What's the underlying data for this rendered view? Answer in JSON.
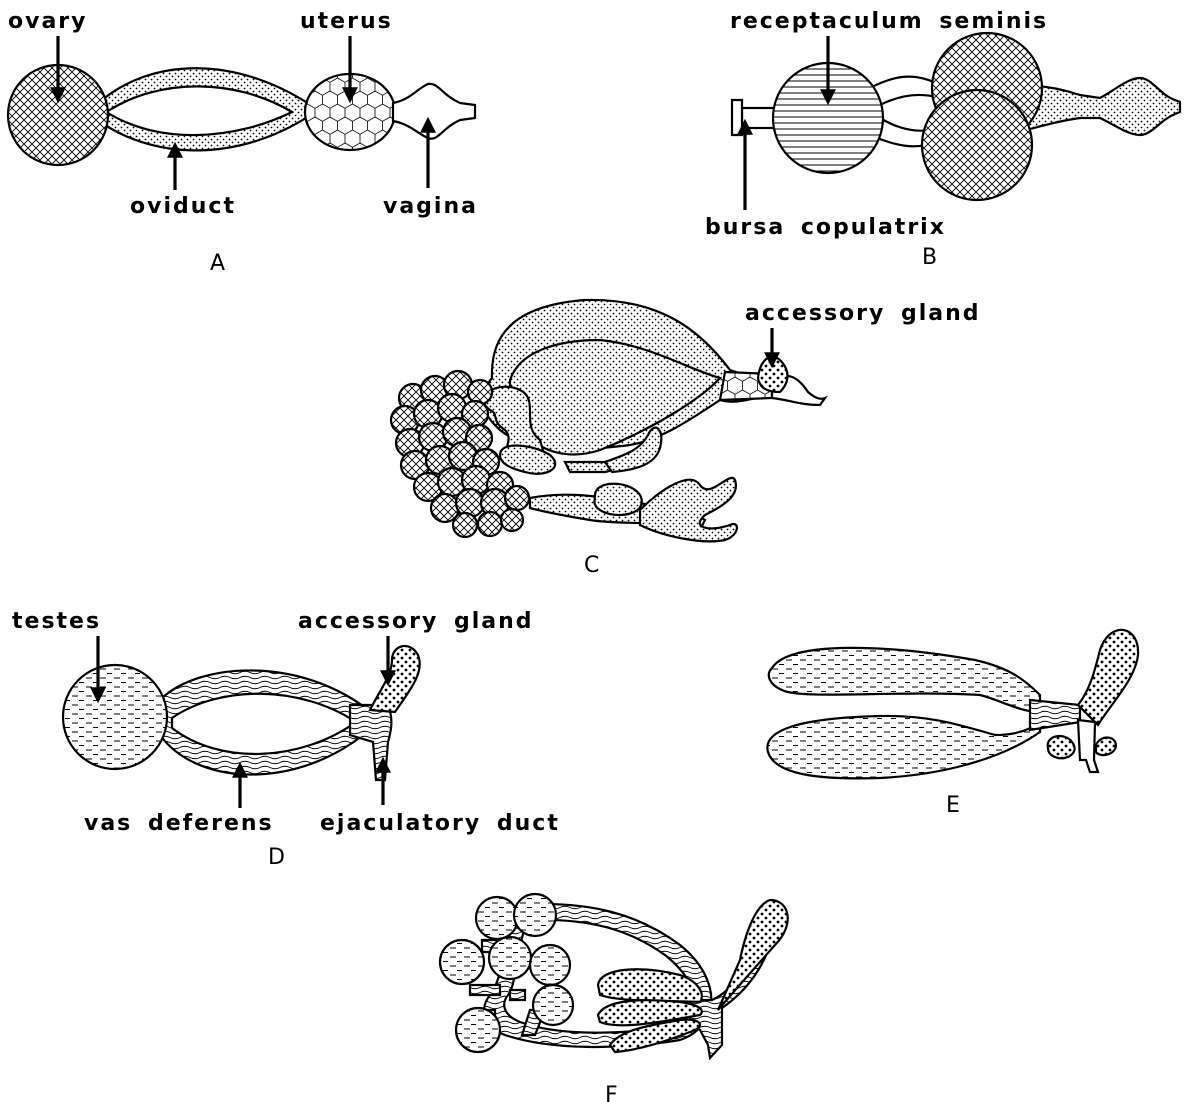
{
  "panels": {
    "A": {
      "letter": "A",
      "labels": {
        "ovary": "ovary",
        "uterus": "uterus",
        "oviduct": "oviduct",
        "vagina": "vagina"
      }
    },
    "B": {
      "letter": "B",
      "labels": {
        "receptaculum": "receptaculum seminis",
        "bursa": "bursa copulatrix"
      }
    },
    "C": {
      "letter": "C",
      "labels": {
        "gland": "accessory gland"
      }
    },
    "D": {
      "letter": "D",
      "labels": {
        "testes": "testes",
        "gland": "accessory gland",
        "vas": "vas deferens",
        "duct": "ejaculatory duct"
      }
    },
    "E": {
      "letter": "E"
    },
    "F": {
      "letter": "F"
    }
  },
  "colors": {
    "ink": "#000000",
    "paper": "#ffffff"
  }
}
